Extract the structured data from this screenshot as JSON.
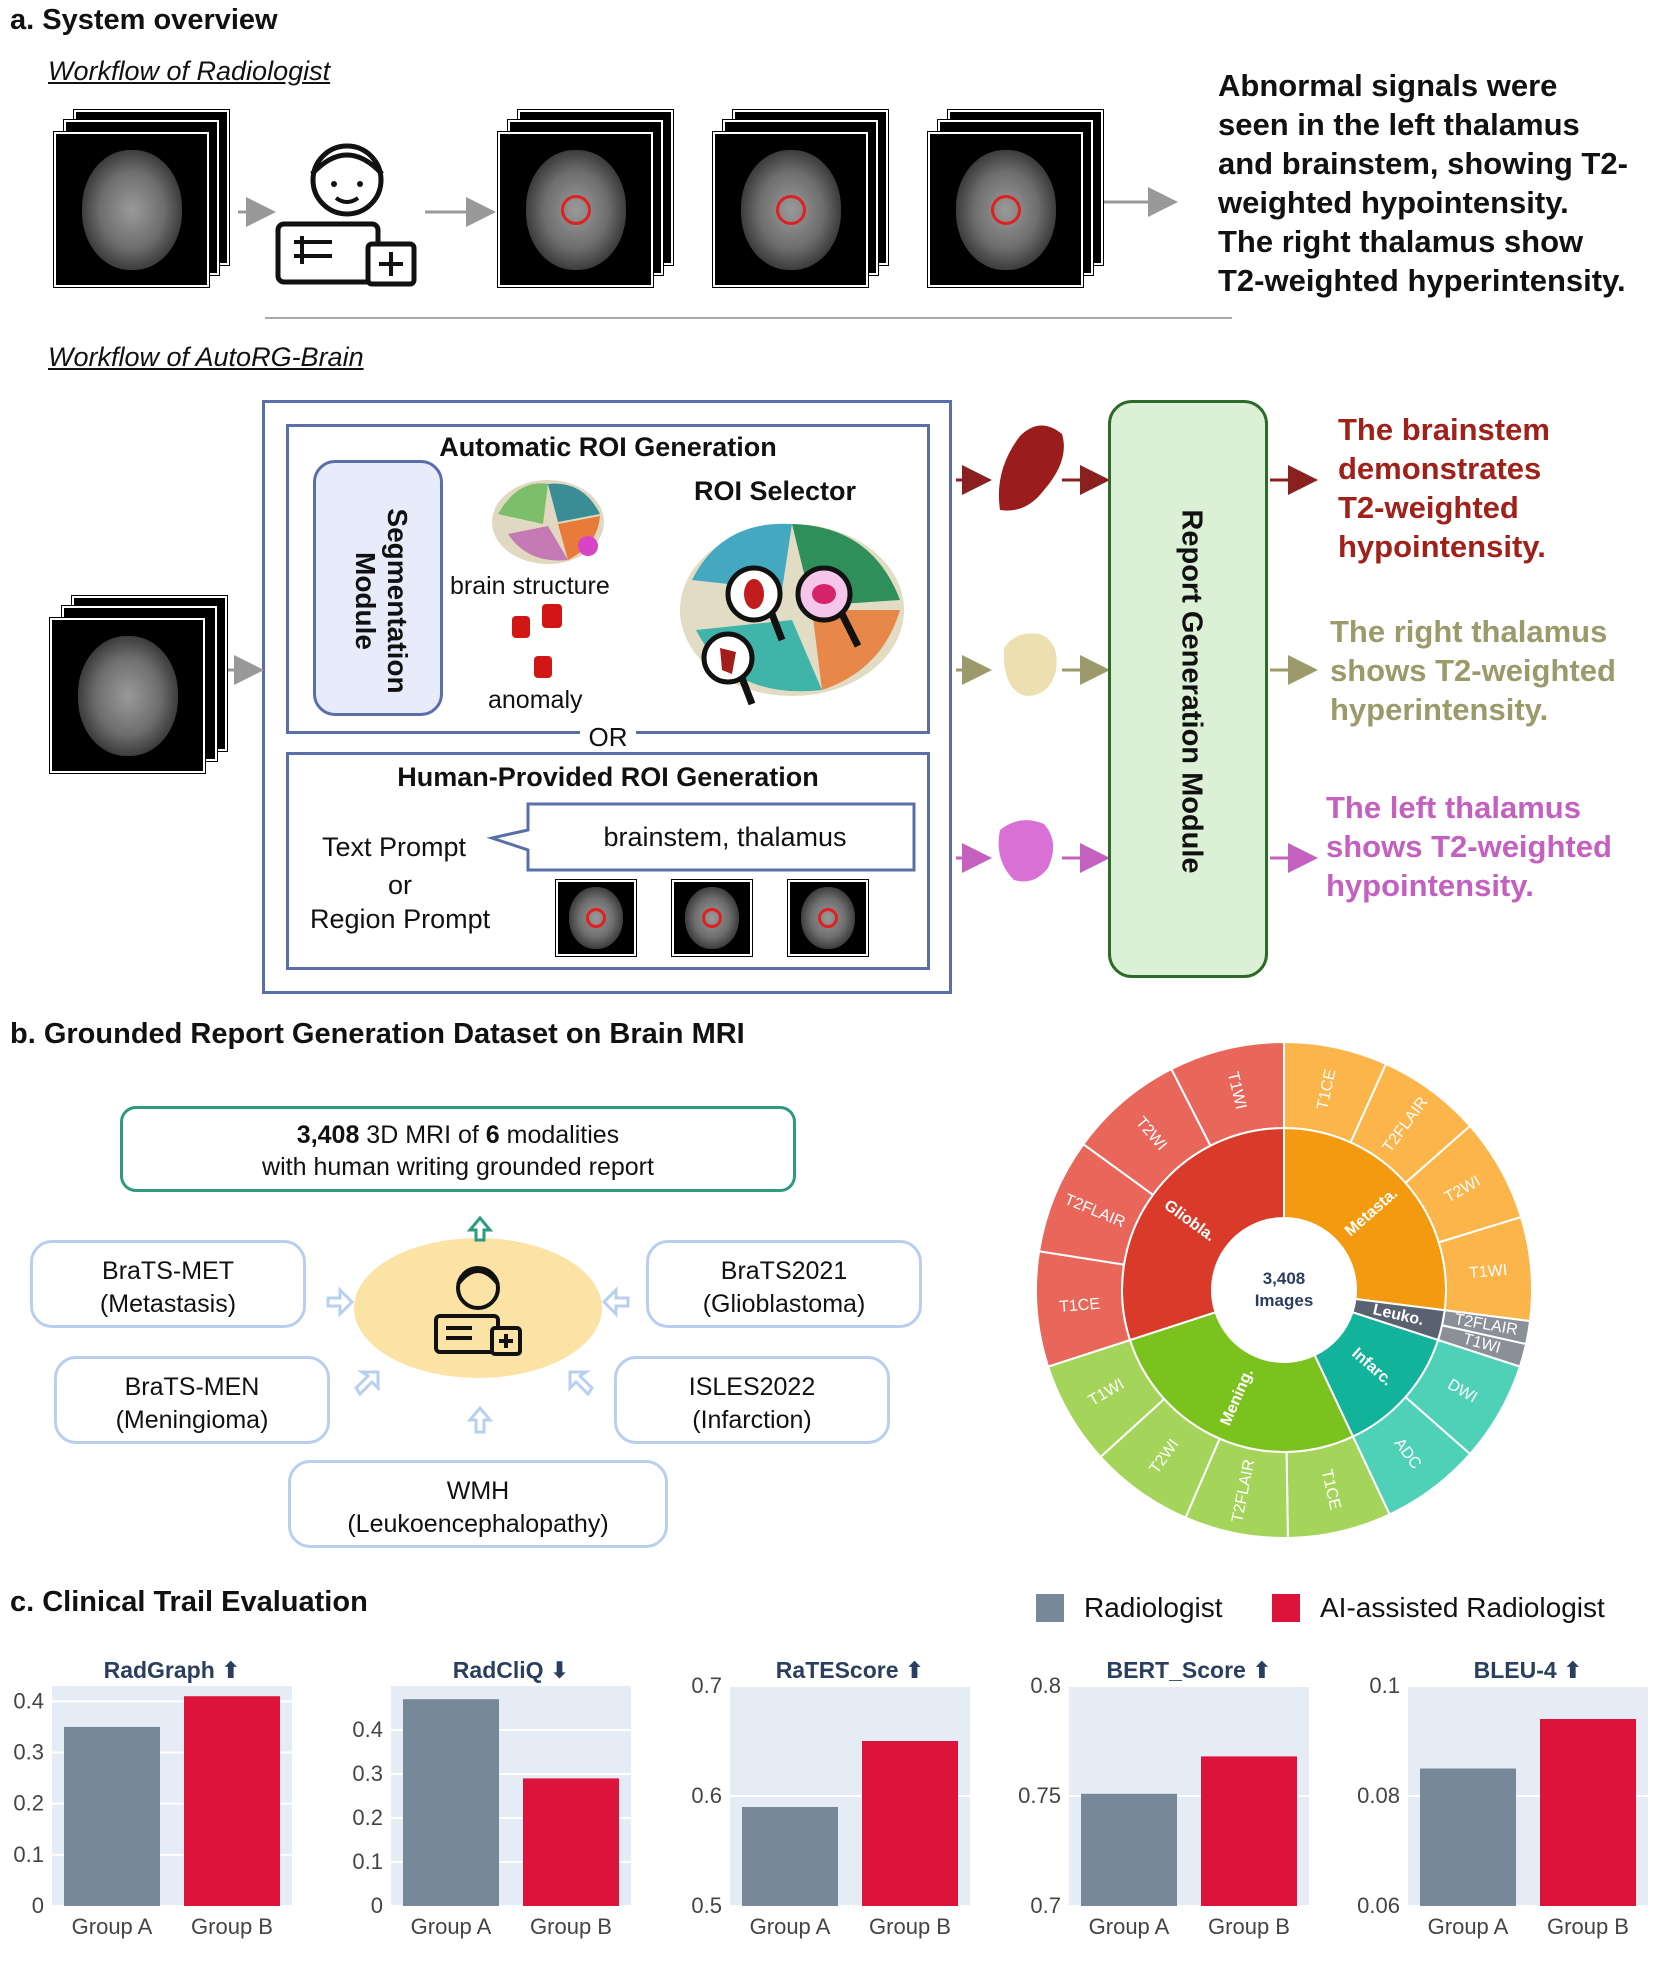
{
  "section_a": {
    "title": "a. System overview",
    "radiologist_workflow": "Workflow of Radiologist",
    "radiologist_report": [
      "Abnormal signals were",
      "seen in the left thalamus",
      "and brainstem, showing T2-",
      "weighted hypointensity.",
      "The right thalamus show",
      "T2-weighted hyperintensity."
    ],
    "autorg_workflow": "Workflow of AutoRG-Brain",
    "auto_roi_title": "Automatic ROI Generation",
    "segmentation_module": "Segmentation Module",
    "brain_structure": "brain structure",
    "anomaly": "anomaly",
    "roi_selector": "ROI Selector",
    "or_label": "OR",
    "human_roi_title": "Human-Provided ROI Generation",
    "text_prompt": "Text Prompt",
    "or_small": "or",
    "region_prompt": "Region Prompt",
    "prompt_value": "brainstem, thalamus",
    "report_module": "Report Generation Module",
    "outputs": [
      {
        "lines": [
          "The brainstem",
          "demonstrates",
          "T2-weighted",
          "hypointensity."
        ],
        "color": "#a0201a"
      },
      {
        "lines": [
          "The right thalamus",
          "shows T2-weighted",
          "hyperintensity."
        ],
        "color": "#9a9a6a"
      },
      {
        "lines": [
          "The left thalamus",
          "shows T2-weighted",
          "hypointensity."
        ],
        "color": "#c460c0"
      }
    ]
  },
  "section_b": {
    "title": "b. Grounded Report Generation Dataset on Brain MRI",
    "summary_count": "3,408",
    "summary_mid": " 3D MRI of ",
    "summary_modalities": "6",
    "summary_end": " modalities",
    "summary_line2": "with human writing grounded report",
    "sources": [
      {
        "line1": "BraTS-MET",
        "line2": "(Metastasis)"
      },
      {
        "line1": "BraTS2021",
        "line2": "(Glioblastoma)"
      },
      {
        "line1": "BraTS-MEN",
        "line2": "(Meningioma)"
      },
      {
        "line1": "ISLES2022",
        "line2": "(Infarction)"
      },
      {
        "line1": "WMH",
        "line2": "(Leukoencephalopathy)"
      }
    ],
    "sunburst": {
      "center_line1": "3,408",
      "center_line2": "Images",
      "inner": [
        {
          "label": "Metasta.",
          "value": 27,
          "color": "#f39a10"
        },
        {
          "label": "Leuko.",
          "value": 3,
          "color": "#5a6170"
        },
        {
          "label": "Infarc.",
          "value": 13,
          "color": "#12b39a"
        },
        {
          "label": "Mening.",
          "value": 27,
          "color": "#7cc21e"
        },
        {
          "label": "Gliobla.",
          "value": 30,
          "color": "#d93a2a"
        }
      ],
      "outer": [
        {
          "label": "T1CE",
          "parent": 0,
          "value": 6.75,
          "color": "#fbb54a"
        },
        {
          "label": "T2FLAIR",
          "parent": 0,
          "value": 6.75,
          "color": "#fbb54a"
        },
        {
          "label": "T2WI",
          "parent": 0,
          "value": 6.75,
          "color": "#fbb54a"
        },
        {
          "label": "T1WI",
          "parent": 0,
          "value": 6.75,
          "color": "#fbb54a"
        },
        {
          "label": "T2FLAIR",
          "parent": 1,
          "value": 1.5,
          "color": "#8a8f98"
        },
        {
          "label": "T1WI",
          "parent": 1,
          "value": 1.5,
          "color": "#8a8f98"
        },
        {
          "label": "DWI",
          "parent": 2,
          "value": 6.5,
          "color": "#4fd1b8"
        },
        {
          "label": "ADC",
          "parent": 2,
          "value": 6.5,
          "color": "#4fd1b8"
        },
        {
          "label": "T1CE",
          "parent": 3,
          "value": 6.75,
          "color": "#a4d45a"
        },
        {
          "label": "T2FLAIR",
          "parent": 3,
          "value": 6.75,
          "color": "#a4d45a"
        },
        {
          "label": "T2WI",
          "parent": 3,
          "value": 6.75,
          "color": "#a4d45a"
        },
        {
          "label": "T1WI",
          "parent": 3,
          "value": 6.75,
          "color": "#a4d45a"
        },
        {
          "label": "T1CE",
          "parent": 4,
          "value": 7.5,
          "color": "#e8675a"
        },
        {
          "label": "T2FLAIR",
          "parent": 4,
          "value": 7.5,
          "color": "#e8675a"
        },
        {
          "label": "T2WI",
          "parent": 4,
          "value": 7.5,
          "color": "#e8675a"
        },
        {
          "label": "T1WI",
          "parent": 4,
          "value": 7.5,
          "color": "#e8675a"
        }
      ]
    }
  },
  "section_c": {
    "title": "c. Clinical Trail Evaluation",
    "legend": [
      {
        "label": "Radiologist",
        "color": "#778899"
      },
      {
        "label": "AI-assisted Radiologist",
        "color": "#dc143c"
      }
    ]
  },
  "chart_data": [
    {
      "type": "bar",
      "title": "RadGraph ⬆",
      "categories": [
        "Group A",
        "Group B"
      ],
      "values": [
        0.35,
        0.41
      ],
      "ylim": [
        0,
        0.43
      ],
      "ticks": [
        "0",
        "0.1",
        "0.2",
        "0.3",
        "0.4"
      ],
      "tickvals": [
        0,
        0.1,
        0.2,
        0.3,
        0.4
      ],
      "colors": [
        "#778899",
        "#dc143c"
      ]
    },
    {
      "type": "bar",
      "title": "RadCliQ ⬇",
      "categories": [
        "Group A",
        "Group B"
      ],
      "values": [
        0.47,
        0.29
      ],
      "ylim": [
        0,
        0.5
      ],
      "ticks": [
        "0",
        "0.1",
        "0.2",
        "0.3",
        "0.4"
      ],
      "tickvals": [
        0,
        0.1,
        0.2,
        0.3,
        0.4
      ],
      "colors": [
        "#778899",
        "#dc143c"
      ]
    },
    {
      "type": "bar",
      "title": "RaTEScore ⬆",
      "categories": [
        "Group A",
        "Group B"
      ],
      "values": [
        0.59,
        0.65
      ],
      "ylim": [
        0.5,
        0.7
      ],
      "ticks": [
        "0.5",
        "0.6",
        "0.7"
      ],
      "tickvals": [
        0.5,
        0.6,
        0.7
      ],
      "colors": [
        "#778899",
        "#dc143c"
      ]
    },
    {
      "type": "bar",
      "title": "BERT_Score ⬆",
      "categories": [
        "Group A",
        "Group B"
      ],
      "values": [
        0.751,
        0.768
      ],
      "ylim": [
        0.7,
        0.8
      ],
      "ticks": [
        "0.7",
        "0.75",
        "0.8"
      ],
      "tickvals": [
        0.7,
        0.75,
        0.8
      ],
      "colors": [
        "#778899",
        "#dc143c"
      ]
    },
    {
      "type": "bar",
      "title": "BLEU-4 ⬆",
      "categories": [
        "Group A",
        "Group B"
      ],
      "values": [
        0.085,
        0.094
      ],
      "ylim": [
        0.06,
        0.1
      ],
      "ticks": [
        "0.06",
        "0.08",
        "0.1"
      ],
      "tickvals": [
        0.06,
        0.08,
        0.1
      ],
      "colors": [
        "#778899",
        "#dc143c"
      ]
    }
  ]
}
